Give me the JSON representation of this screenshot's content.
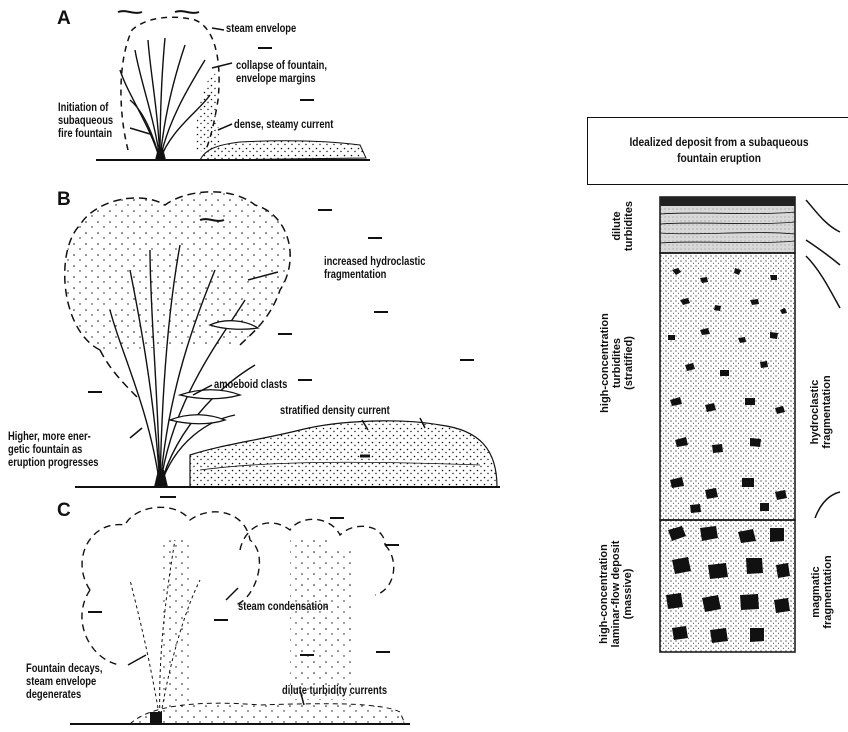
{
  "panels": {
    "a": {
      "letter": "A",
      "steam_envelope": "steam envelope",
      "collapse_1": "collapse of fountain,",
      "collapse_2": "envelope margins",
      "initiation_1": "Initiation of",
      "initiation_2": "subaqueous",
      "initiation_3": "fire fountain",
      "current": "dense, steamy current"
    },
    "b": {
      "letter": "B",
      "hydro_1": "increased hydroclastic",
      "hydro_2": "fragmentation",
      "amoeboid": "amoeboid clasts",
      "stratified": "stratified density current",
      "higher_1": "Higher, more ener-",
      "higher_2": "getic fountain as",
      "higher_3": "eruption progresses"
    },
    "c": {
      "letter": "C",
      "condensation": "steam condensation",
      "decays_1": "Fountain decays,",
      "decays_2": "steam envelope",
      "decays_3": "degenerates",
      "dilute": "dilute turbidity currents"
    }
  },
  "deposit": {
    "title_1": "Idealized deposit from a subaqueous",
    "title_2": "fountain eruption",
    "left_labels": {
      "dilute_1": "dilute",
      "dilute_2": "turbidites",
      "hc_1": "high-concentration",
      "hc_2": "turbidites",
      "hc_3": "(stratified)",
      "lam_1": "high-concentration",
      "lam_2": "laminar-flow deposit",
      "lam_3": "(massive)"
    },
    "right_labels": {
      "hydro_1": "hydroclastic",
      "hydro_2": "fragmentation",
      "mag_1": "magmatic",
      "mag_2": "fragmentation"
    }
  }
}
